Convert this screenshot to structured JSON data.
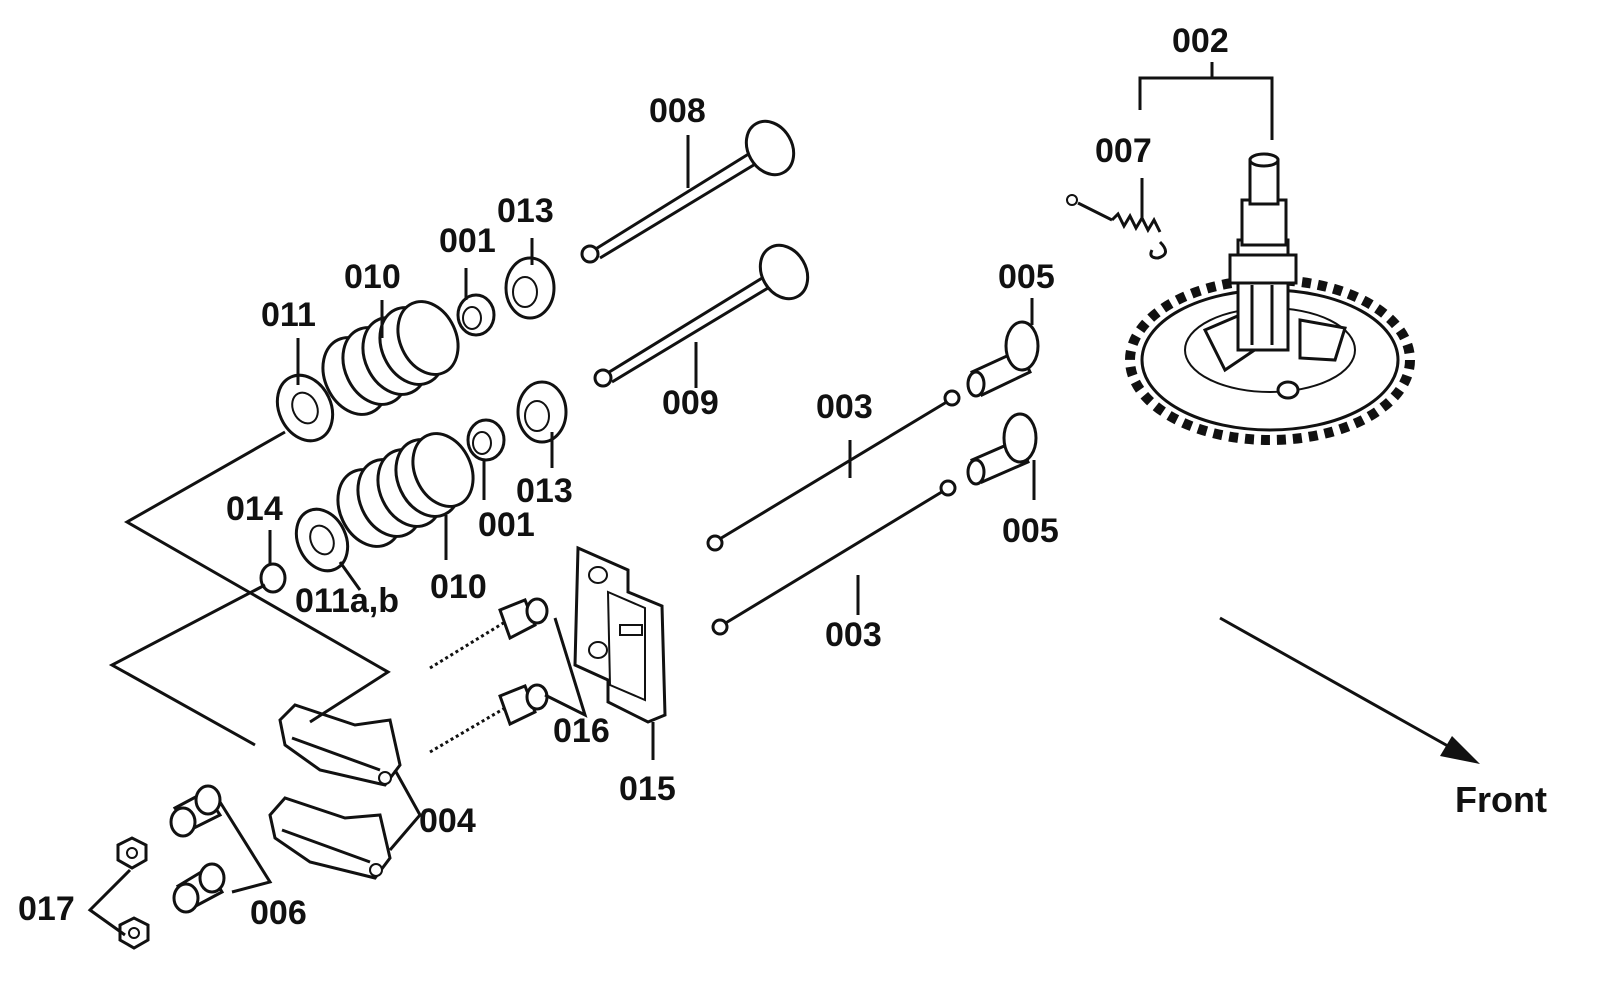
{
  "diagram": {
    "labels": {
      "l002": "002",
      "l007": "007",
      "l008": "008",
      "l013a": "013",
      "l001a": "001",
      "l010a": "010",
      "l011": "011",
      "l005a": "005",
      "l009": "009",
      "l003a": "003",
      "l013b": "013",
      "l001b": "001",
      "l014": "014",
      "l011ab": "011a,b",
      "l010b": "010",
      "l005b": "005",
      "l003b": "003",
      "l016": "016",
      "l015": "015",
      "l004": "004",
      "l017": "017",
      "l006": "006",
      "front": "Front"
    },
    "colors": {
      "ink": "#111111",
      "paper": "#ffffff"
    }
  }
}
